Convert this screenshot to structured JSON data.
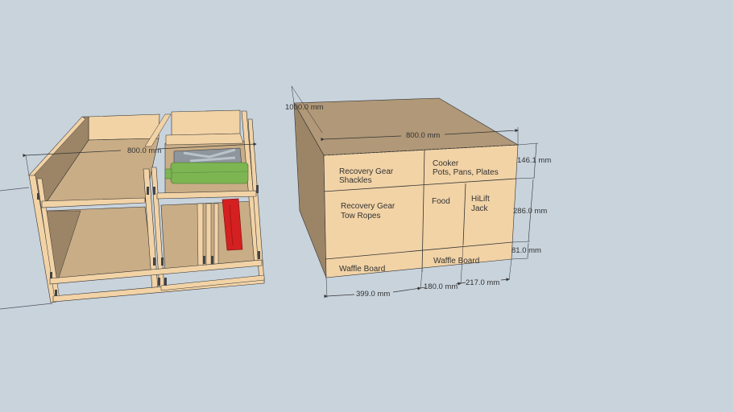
{
  "scene": {
    "background": "#c8d3dc",
    "wood_light": "#f2d3a6",
    "wood_mid": "#c9ad86",
    "wood_dark": "#9c8566",
    "stove_green": "#7cb552",
    "jack_red": "#d42020"
  },
  "left_model": {
    "width_dimension": "800.0 mm"
  },
  "right_model": {
    "depth_dimension": "1000.0 mm",
    "width_dimension": "800.0 mm",
    "panels": {
      "recovery_shackles": [
        "Recovery Gear",
        "Shackles"
      ],
      "cooker": [
        "Cooker",
        "Pots, Pans, Plates"
      ],
      "recovery_ropes": [
        "Recovery Gear",
        "Tow Ropes"
      ],
      "food": [
        "Food"
      ],
      "hilift": [
        "HiLift",
        "Jack"
      ],
      "waffle_left": [
        "Waffle Board"
      ],
      "waffle_right": [
        "Waffle Board"
      ]
    },
    "vertical_dimensions": {
      "top_row": "146.1 mm",
      "middle_row": "286.0 mm",
      "bottom_row": "81.0 mm"
    },
    "horizontal_dimensions": {
      "left": "399.0 mm",
      "middle": "180.0 mm",
      "right": "217.0 mm"
    }
  }
}
